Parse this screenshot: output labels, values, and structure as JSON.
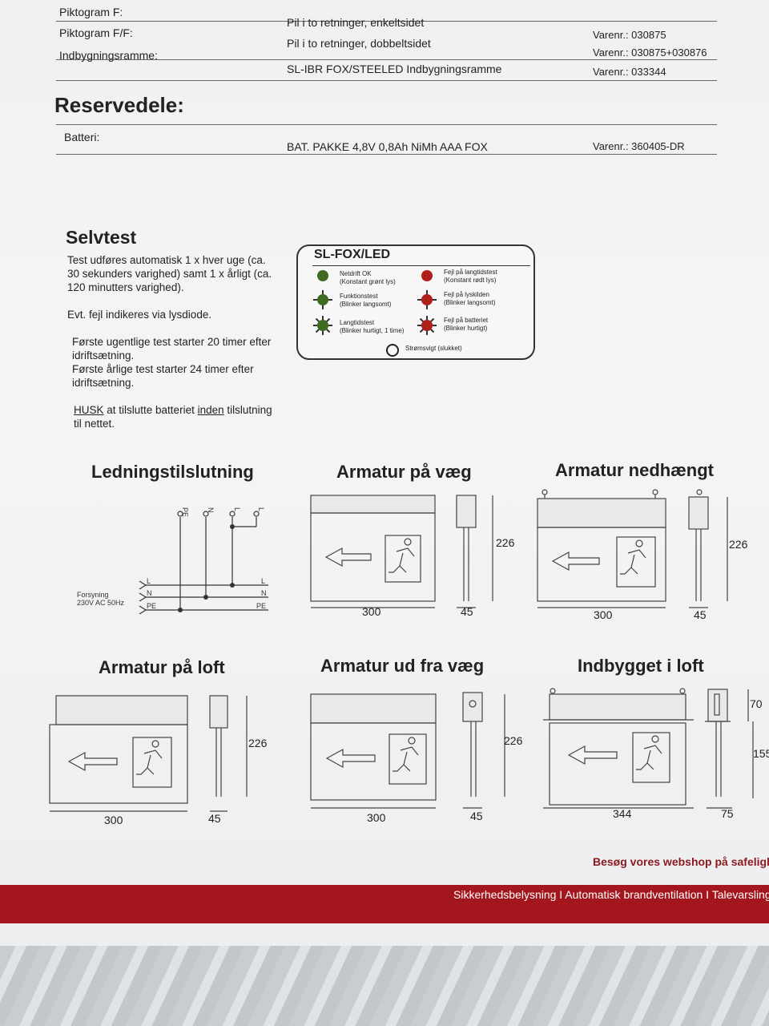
{
  "specs": [
    {
      "label": "Piktogram F:",
      "desc": "Pil i to retninger, enkeltsidet",
      "code": "Varenr.: 030875"
    },
    {
      "label": "Piktogram F/F:",
      "desc": "Pil i to retninger, dobbeltsidet",
      "code": "Varenr.: 030875+030876"
    },
    {
      "label": "Indbygningsramme:",
      "desc": "SL-IBR FOX/STEELED Indbygningsramme",
      "code": "Varenr.: 033344"
    }
  ],
  "spare": {
    "heading": "Reservedele:",
    "label": "Batteri:",
    "desc": "BAT. PAKKE 4,8V 0,8Ah NiMh AAA FOX",
    "code": "Varenr.: 360405-DR"
  },
  "selftest": {
    "heading": "Selvtest",
    "p1": "Test udføres automatisk 1 x hver uge (ca. 30 sekunders varighed) samt 1 x årligt (ca. 120 minutters varighed).",
    "p2": "Evt. fejl indikeres via lysdiode.",
    "p3a": "Første ugentlige test starter 20 timer efter idriftsætning.",
    "p3b": "Første årlige test starter 24 timer efter idriftsætning.",
    "p4_husk": "HUSK",
    "p4_a": " at tilslutte batteriet ",
    "p4_inden": "inden",
    "p4_b": " tilslutning til nettet."
  },
  "legend": {
    "title": "SL-FOX/LED",
    "green_1": "Netdrift OK",
    "green_1_sub": "(Konstant grønt lys)",
    "green_2": "Funktionstest",
    "green_2_sub": "(Blinker langsomt)",
    "green_3": "Langtidstest",
    "green_3_sub": "(Blinker hurtigt, 1 time)",
    "red_1": "Fejl på langtidstest",
    "red_1_sub": "(Konstant rødt lys)",
    "red_2": "Fejl på lyskilden",
    "red_2_sub": "(Blinker langsomt)",
    "red_3": "Fejl på batteriet",
    "red_3_sub": "(Blinker hurtigt)",
    "off": "Strømsvigt (slukket)",
    "color_green": "#3f6b20",
    "color_red": "#b02018"
  },
  "wiring": {
    "heading": "Ledningstilslutning",
    "supply_1": "Forsyning",
    "supply_2": "230V AC 50Hz",
    "pe_top": "PE",
    "n_top": "N",
    "l_top_1": "L",
    "l_top_2": "L",
    "L": "L",
    "N": "N",
    "PE": "PE"
  },
  "mounts": [
    {
      "heading": "Armatur på væg",
      "width": "300",
      "depth": "45",
      "height": "226"
    },
    {
      "heading": "Armatur nedhængt",
      "width": "300",
      "depth": "45",
      "height": "226"
    },
    {
      "heading": "Armatur på loft",
      "width": "300",
      "depth": "45",
      "height": "226"
    },
    {
      "heading": "Armatur ud fra væg",
      "width": "300",
      "depth": "45",
      "height": "226"
    },
    {
      "heading": "Indbygget i loft",
      "width": "344",
      "depth": "75",
      "height_top": "70",
      "height_side": "155"
    }
  ],
  "footer": {
    "webshop": "Besøg vores webshop på safelight.dk",
    "services": "Sikkerhedsbelysning  I  Automatisk brandventilation  I  Talevarsling",
    "brand_color": "#a3161d"
  }
}
